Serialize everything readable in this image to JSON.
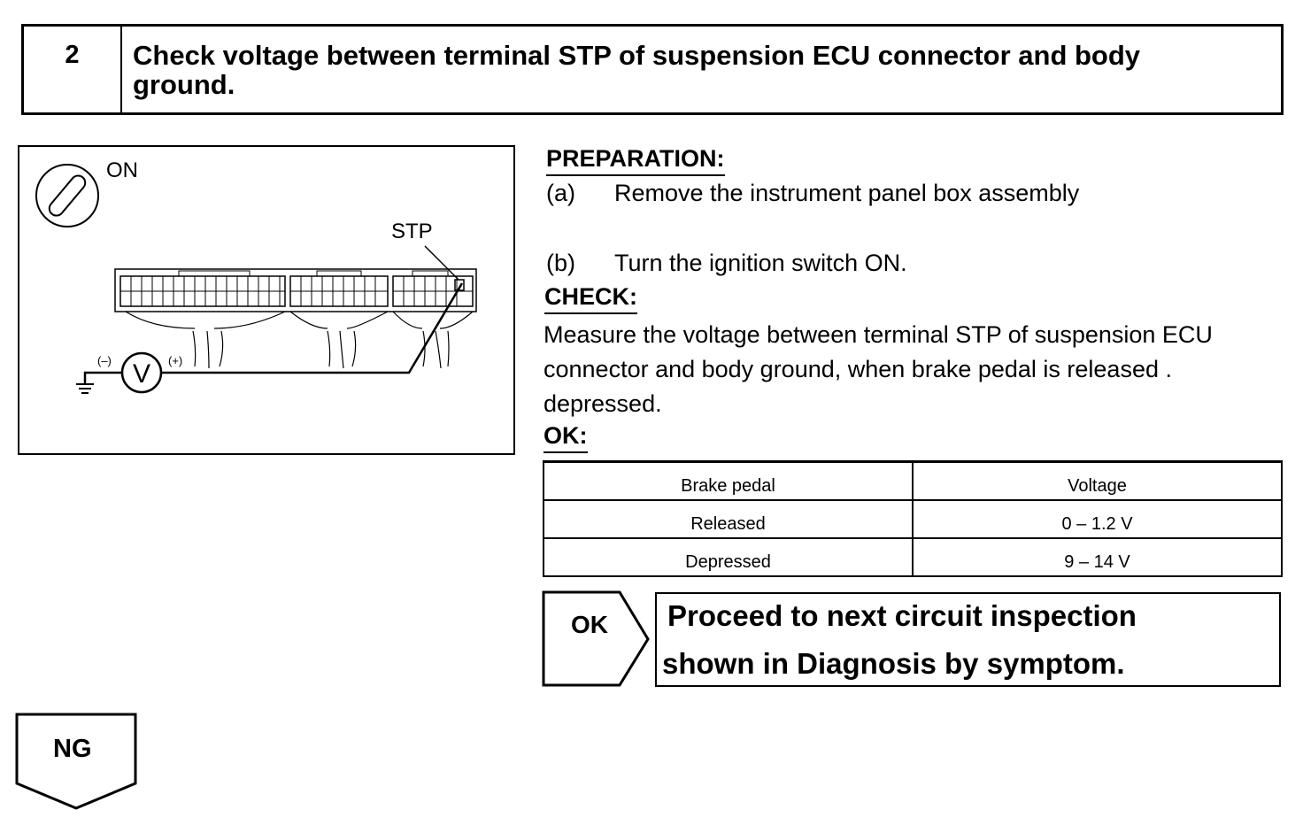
{
  "step": {
    "number": "2",
    "title_line1": "Check voltage between terminal STP of suspension ECU connector and body",
    "title_line2": "ground."
  },
  "figure": {
    "ignition_label": "ON",
    "terminal_label": "STP",
    "neg_label": "(–)",
    "pos_label": "(+)",
    "meter_label": "V"
  },
  "preparation": {
    "heading": "PREPARATION:",
    "a_marker": "(a)",
    "a_text": "Remove the instrument panel box assembly",
    "b_marker": "(b)",
    "b_text": "Turn the ignition switch ON."
  },
  "check": {
    "heading": "CHECK:",
    "line1": "Measure the voltage between terminal STP of suspension ECU",
    "line2": "connector and body ground, when brake pedal is released .",
    "line3": "depressed."
  },
  "ok_spec": {
    "heading": "OK:",
    "headers": [
      "Brake pedal",
      "Voltage"
    ],
    "rows": [
      [
        "Released",
        "0 – 1.2 V"
      ],
      [
        "Depressed",
        "9 – 14 V"
      ]
    ]
  },
  "ok_result": {
    "tag": "OK",
    "line1": "Proceed to next circuit inspection",
    "line2": "shown  in Diagnosis by symptom."
  },
  "ng_result": {
    "tag": "NG"
  }
}
